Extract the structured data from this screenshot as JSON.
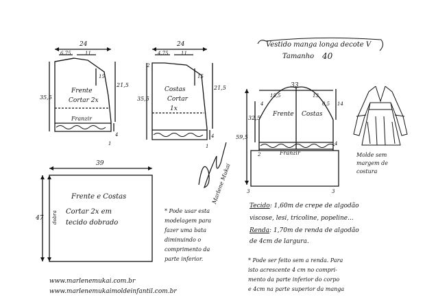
{
  "title": {
    "line1": "Vestido manga longa decote V",
    "line2": "Tamanho",
    "size": "40"
  },
  "front_bodice": {
    "width": "24",
    "neck": "6,75",
    "shoulder": "11",
    "val_15": "15",
    "val_21_5": "21,5",
    "height": "35,5",
    "label": "Frente",
    "cut": "Cortar 2x",
    "gather": "Franzir",
    "hem": "4",
    "side": "1"
  },
  "back_bodice": {
    "width": "24",
    "neck": "4,75",
    "shoulder": "11",
    "val_2": "2",
    "val_15": "15",
    "val_21_5": "21,5",
    "height": "35,5",
    "label": "Costas",
    "cut": "Cortar",
    "cut2": "1x",
    "hem": "4",
    "side": "1"
  },
  "sleeve": {
    "width": "33",
    "cap_15": "15,5",
    "cap_13": "13",
    "val_14": "14",
    "val_05": "0,5",
    "val_4": "4",
    "val_32_5": "32,5",
    "height": "59,5",
    "front": "Frente",
    "back": "Costas",
    "gather": "Franzir",
    "val_2": "2",
    "val_3a": "3",
    "val_3b": "3",
    "val_4b": "4"
  },
  "skirt": {
    "width": "39",
    "height": "47",
    "fold": "dobra",
    "title": "Frente e Costas",
    "cut1": "Cortar 2x em",
    "cut2": "tecido dobrado"
  },
  "note1": [
    "* Pode usar esta",
    "modelagem para",
    "fazer uma bata",
    "diminuindo o",
    "comprimento da",
    "parte inferior."
  ],
  "signature": "Marlene Mukai",
  "illustration_note": [
    "Molde sem",
    "margem de",
    "costura"
  ],
  "materials": {
    "fabric_key": "Tecido",
    "fabric_line1": ": 1,60m de crepe de algodão",
    "fabric_line2": "viscose, lesi, tricoline, popeline...",
    "lace_key": "Renda",
    "lace_line1": ": 1,70m de renda de algodão",
    "lace_line2": "de 4cm de largura."
  },
  "note2": [
    "* Pode ser feito sem a renda. Para",
    "isto acrescente 4 cm no compri-",
    "mento da parte inferior do corpo",
    "e 4cm na parte superior da manga"
  ],
  "urls": [
    "www.marlenemukai.com.br",
    "www.marlenemukaimoldeinfantil.com.br"
  ],
  "colors": {
    "ink": "#111111",
    "paper": "#ffffff"
  }
}
